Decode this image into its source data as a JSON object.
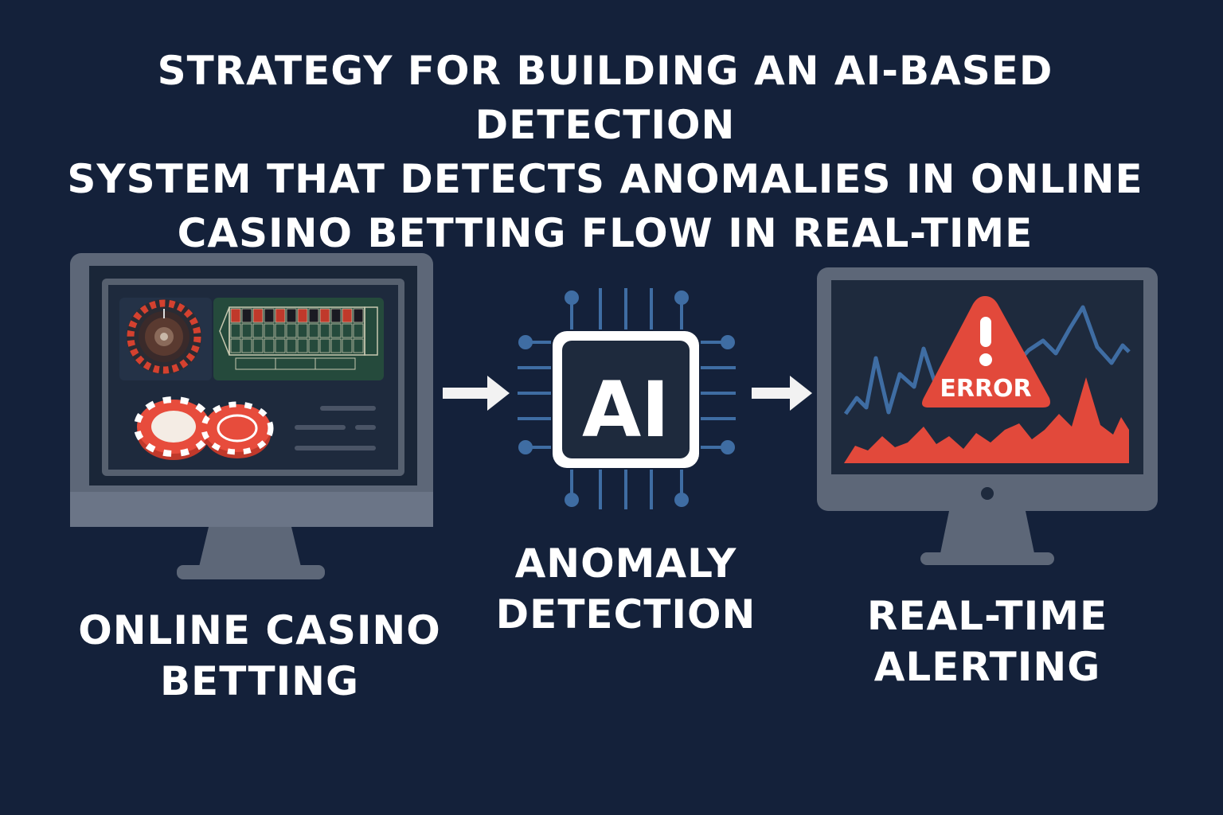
{
  "title_lines": [
    "STRATEGY FOR BUILDING AN AI-BASED DETECTION",
    "SYSTEM THAT DETECTS ANOMALIES IN ONLINE",
    "CASINO BETTING FLOW IN REAL-TIME"
  ],
  "steps": [
    {
      "label_lines": [
        "ONLINE CASINO",
        "BETTING"
      ],
      "icon": "casino-monitor-icon"
    },
    {
      "label_lines": [
        "ANOMALY",
        "DETECTION"
      ],
      "icon": "ai-chip-icon",
      "chip_text": "AI"
    },
    {
      "label_lines": [
        "REAL-TIME",
        "ALERTING"
      ],
      "icon": "alert-monitor-icon",
      "alert_text": "ERROR"
    }
  ],
  "arrows": [
    "arrow-icon",
    "arrow-icon"
  ],
  "colors": {
    "background": "#14213a",
    "monitor": "#5d6778",
    "accent_red": "#e2493b",
    "circuit_blue": "#3f6da3",
    "text": "#ffffff"
  }
}
